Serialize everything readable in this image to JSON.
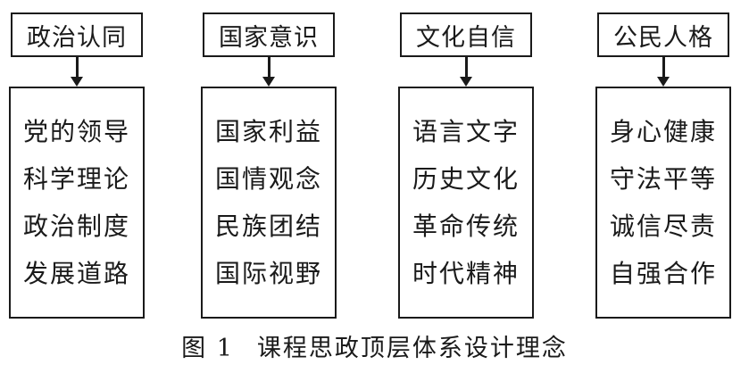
{
  "columns": [
    {
      "header": "政治认同",
      "items": [
        "党的领导",
        "科学理论",
        "政治制度",
        "发展道路"
      ]
    },
    {
      "header": "国家意识",
      "items": [
        "国家利益",
        "国情观念",
        "民族团结",
        "国际视野"
      ]
    },
    {
      "header": "文化自信",
      "items": [
        "语言文字",
        "历史文化",
        "革命传统",
        "时代精神"
      ]
    },
    {
      "header": "公民人格",
      "items": [
        "身心健康",
        "守法平等",
        "诚信尽责",
        "自强合作"
      ]
    }
  ],
  "caption": {
    "figure_label": "图 1",
    "title": "课程思政顶层体系设计理念"
  }
}
